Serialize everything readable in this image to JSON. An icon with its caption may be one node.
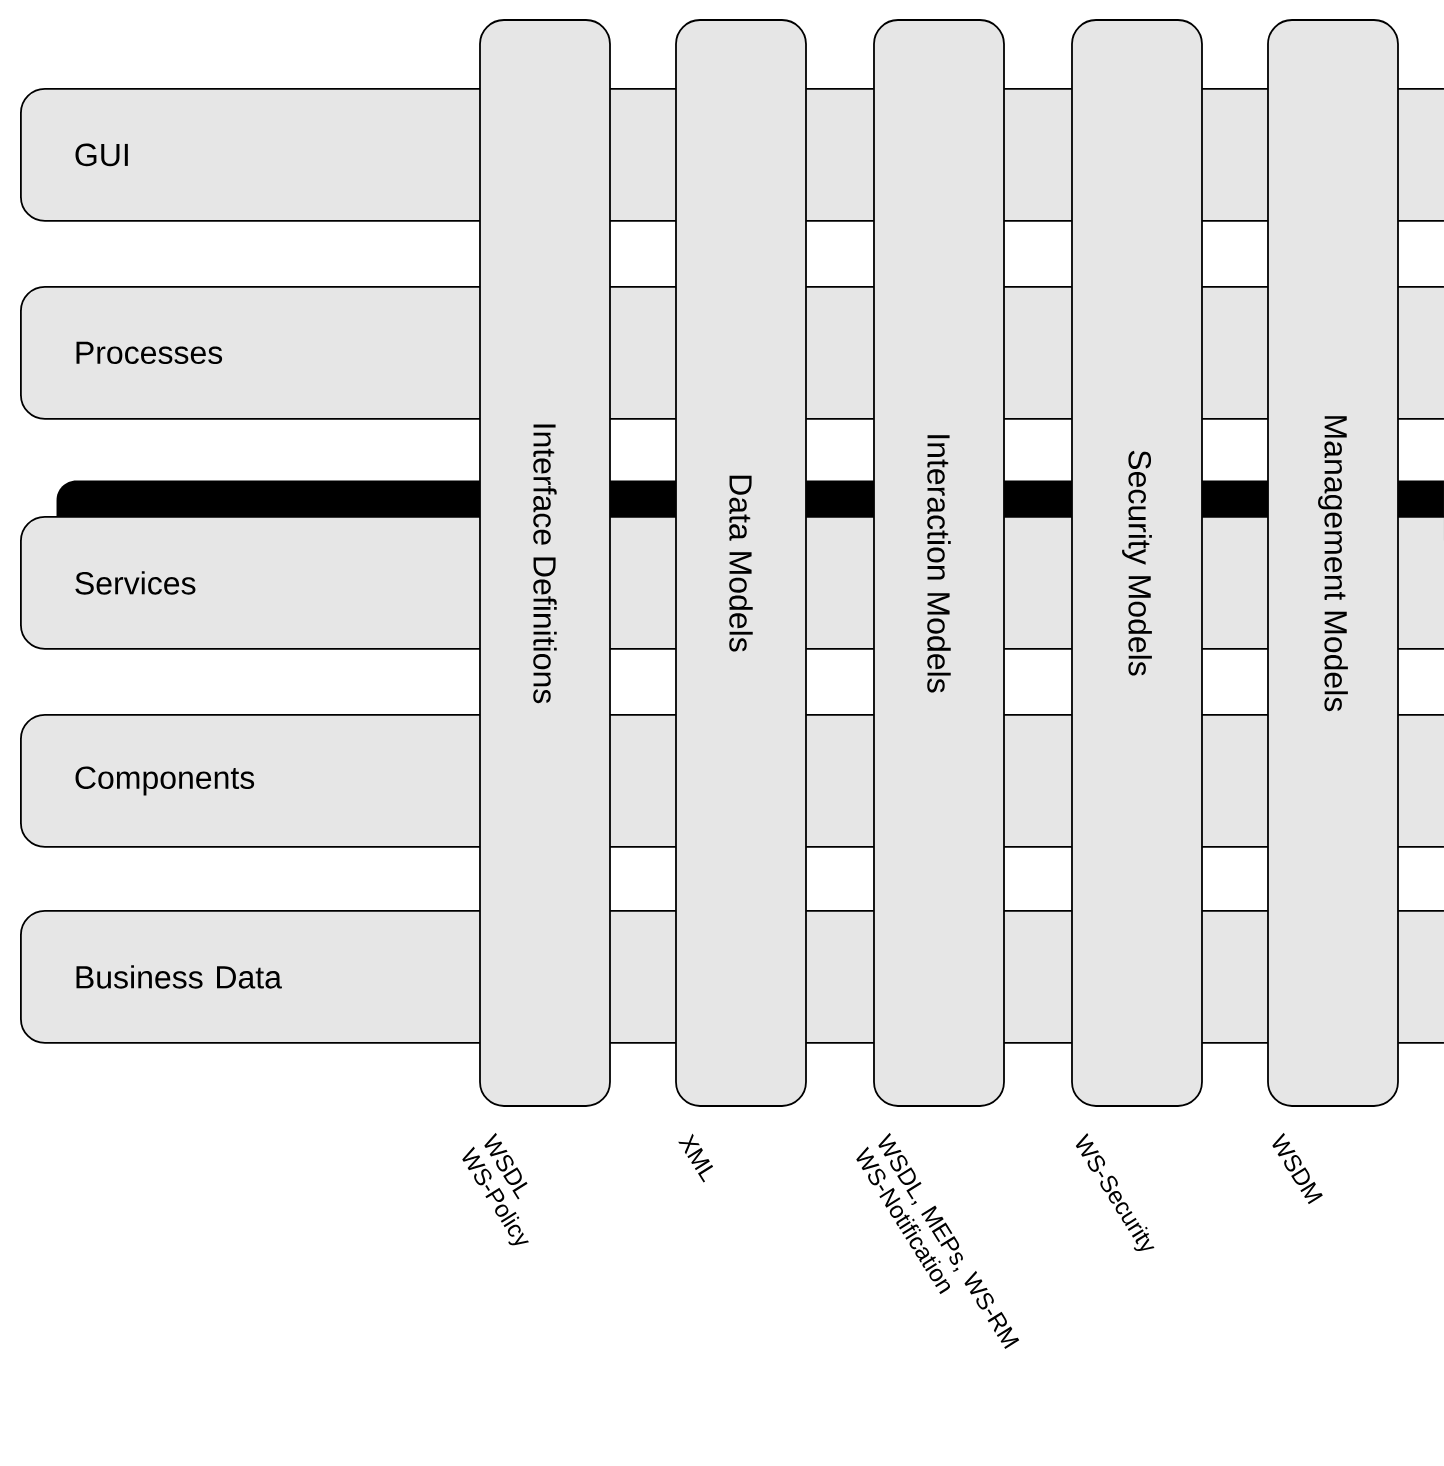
{
  "diagram": {
    "nodes": [
      {
        "text": [
          "GUI"
        ]
      },
      {
        "text": [
          "Processes"
        ]
      },
      {
        "text": [],
        "shape": "bar"
      },
      {
        "text": [
          "Services"
        ]
      },
      {
        "text": [
          "Components"
        ]
      },
      {
        "text": [
          "Business Data"
        ]
      },
      {
        "text": [
          "Interface Definitions"
        ],
        "beside": [
          "WSDL WS-Policy"
        ]
      },
      {
        "text": [
          "Data Models"
        ],
        "beside": [
          "XML"
        ]
      },
      {
        "text": [
          "Interaction Models"
        ],
        "beside": [
          "WSDL, MEPs, WS-RM WS-Notification"
        ]
      },
      {
        "text": [
          "Security Models"
        ],
        "beside": [
          "WS-Security"
        ]
      },
      {
        "text": [
          "Management Models"
        ],
        "beside": [
          "WSDM"
        ]
      }
    ]
  }
}
